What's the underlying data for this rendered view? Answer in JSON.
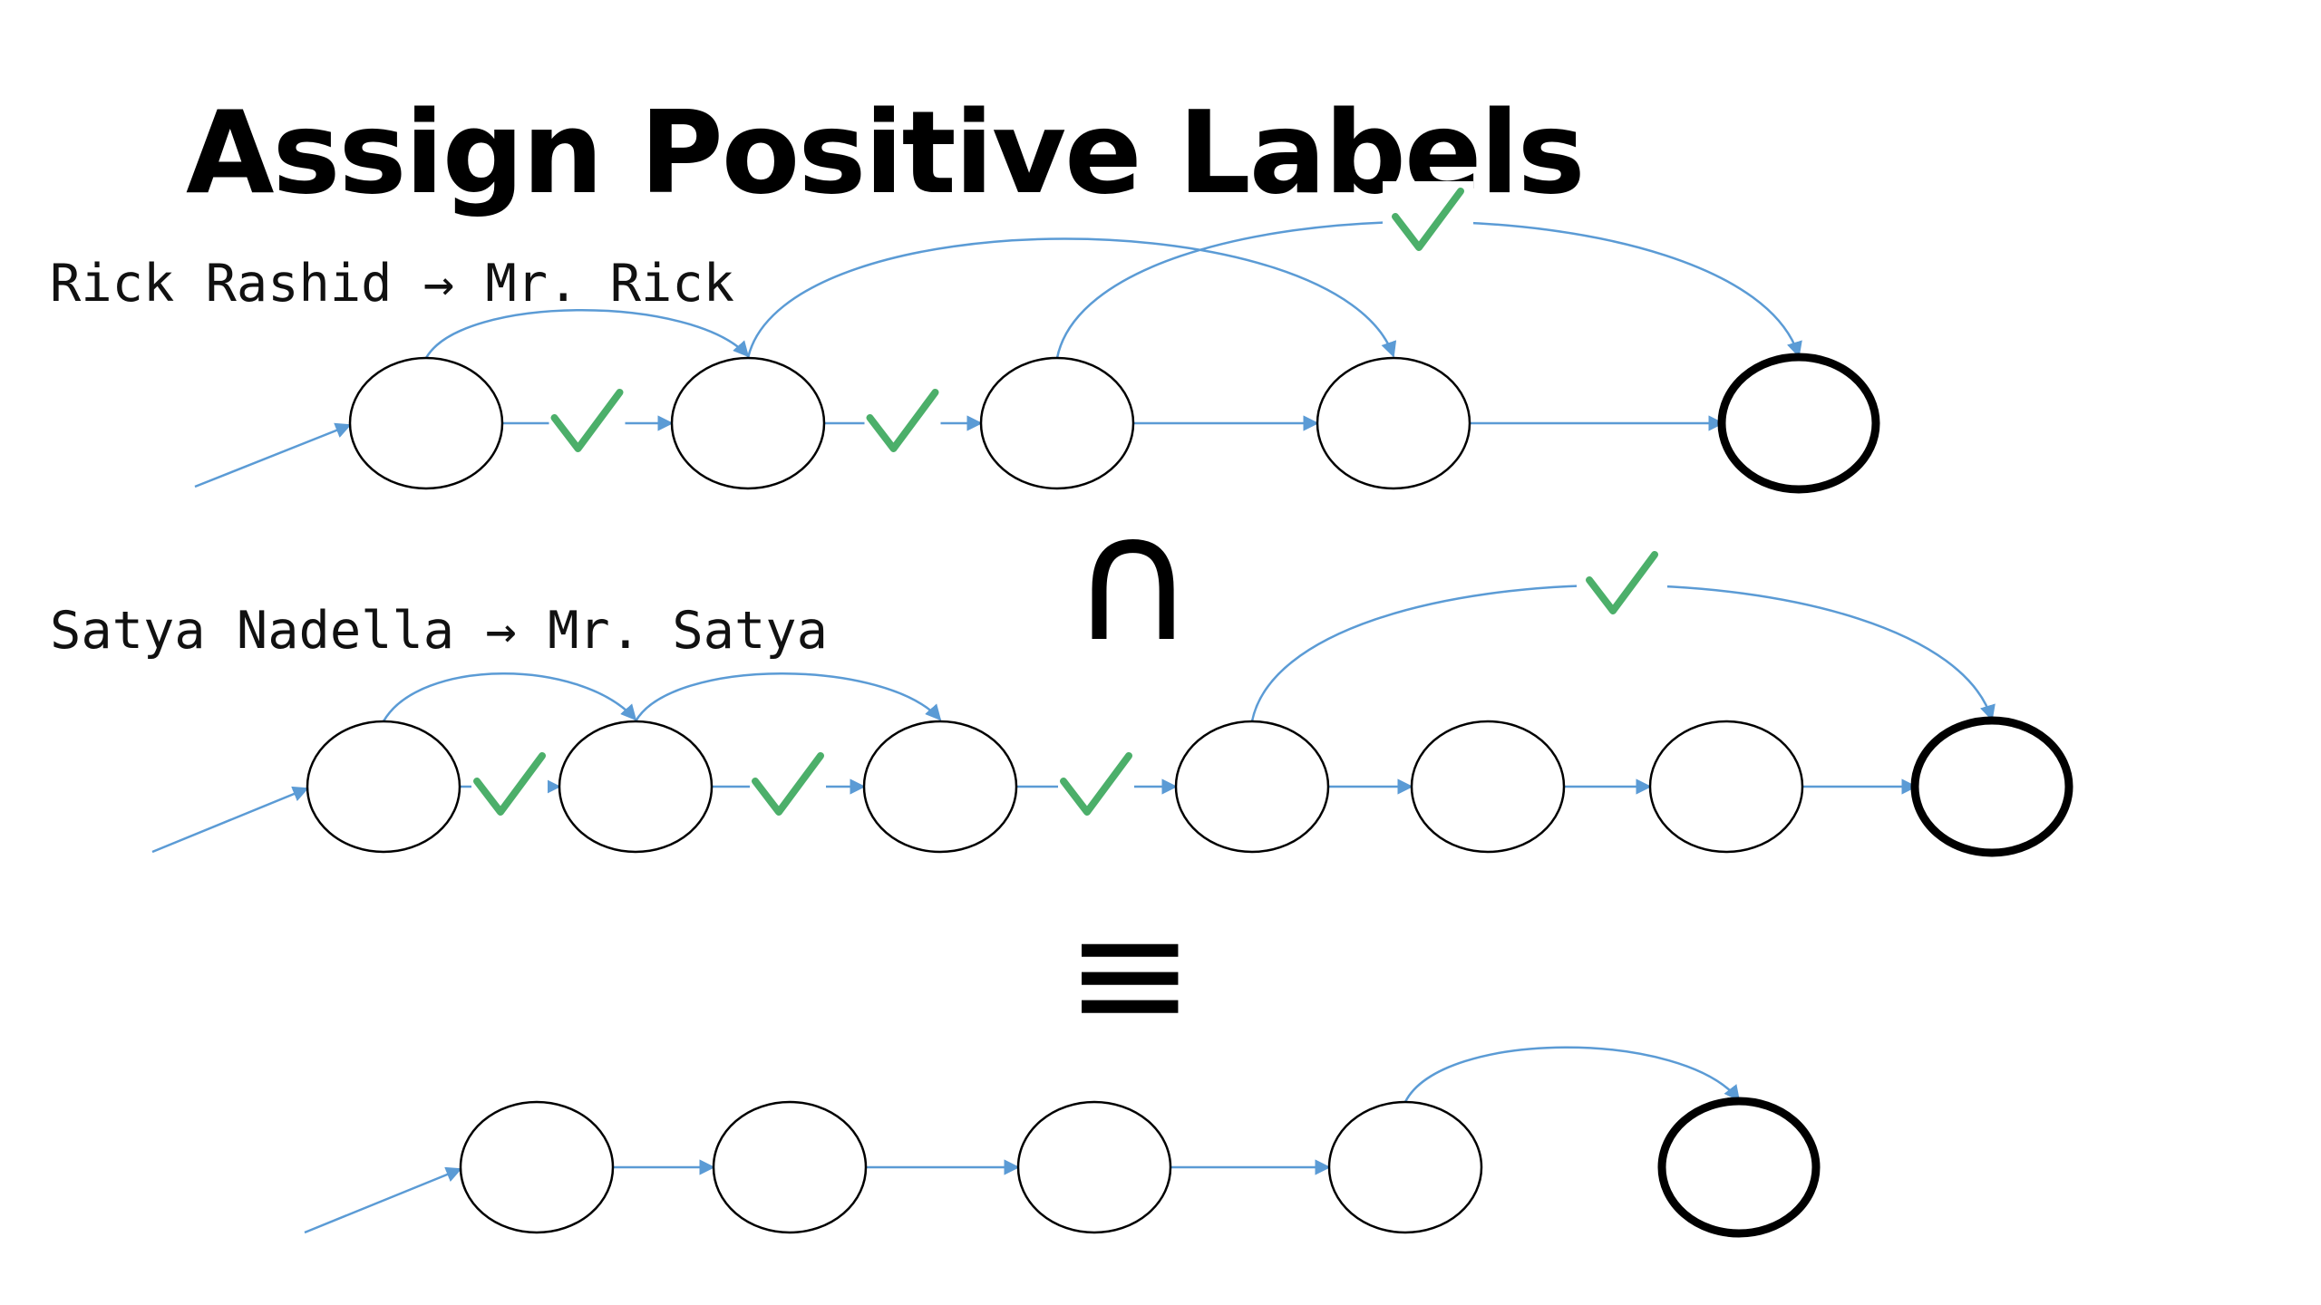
{
  "slide": {
    "title": "Assign Positive Labels",
    "example1_label": "Rick Rashid → Mr. Rick",
    "example2_label": "Satya Nadella → Mr. Satya",
    "intersection_symbol": "∩",
    "equivalence_symbol": "≡"
  },
  "colors": {
    "edge": "#5b9bd5",
    "check": "#4caf6a",
    "node_stroke": "#000000"
  },
  "automata": [
    {
      "name": "rick-automaton",
      "states": 5,
      "final_state": 4,
      "checked_forward_edges": [
        0,
        1
      ],
      "skip_edges": [
        {
          "from": 0,
          "to": 1,
          "checked": false
        },
        {
          "from": 1,
          "to": 3,
          "checked": false
        },
        {
          "from": 2,
          "to": 4,
          "checked": true
        }
      ]
    },
    {
      "name": "satya-automaton",
      "states": 7,
      "final_state": 6,
      "checked_forward_edges": [
        0,
        1,
        2
      ],
      "skip_edges": [
        {
          "from": 0,
          "to": 1,
          "checked": false
        },
        {
          "from": 1,
          "to": 2,
          "checked": false
        },
        {
          "from": 3,
          "to": 6,
          "checked": true
        }
      ]
    },
    {
      "name": "result-automaton",
      "states": 5,
      "final_state": 4,
      "missing_forward_edges": [
        3
      ],
      "checked_forward_edges": [],
      "skip_edges": [
        {
          "from": 3,
          "to": 4,
          "checked": false
        }
      ]
    }
  ]
}
